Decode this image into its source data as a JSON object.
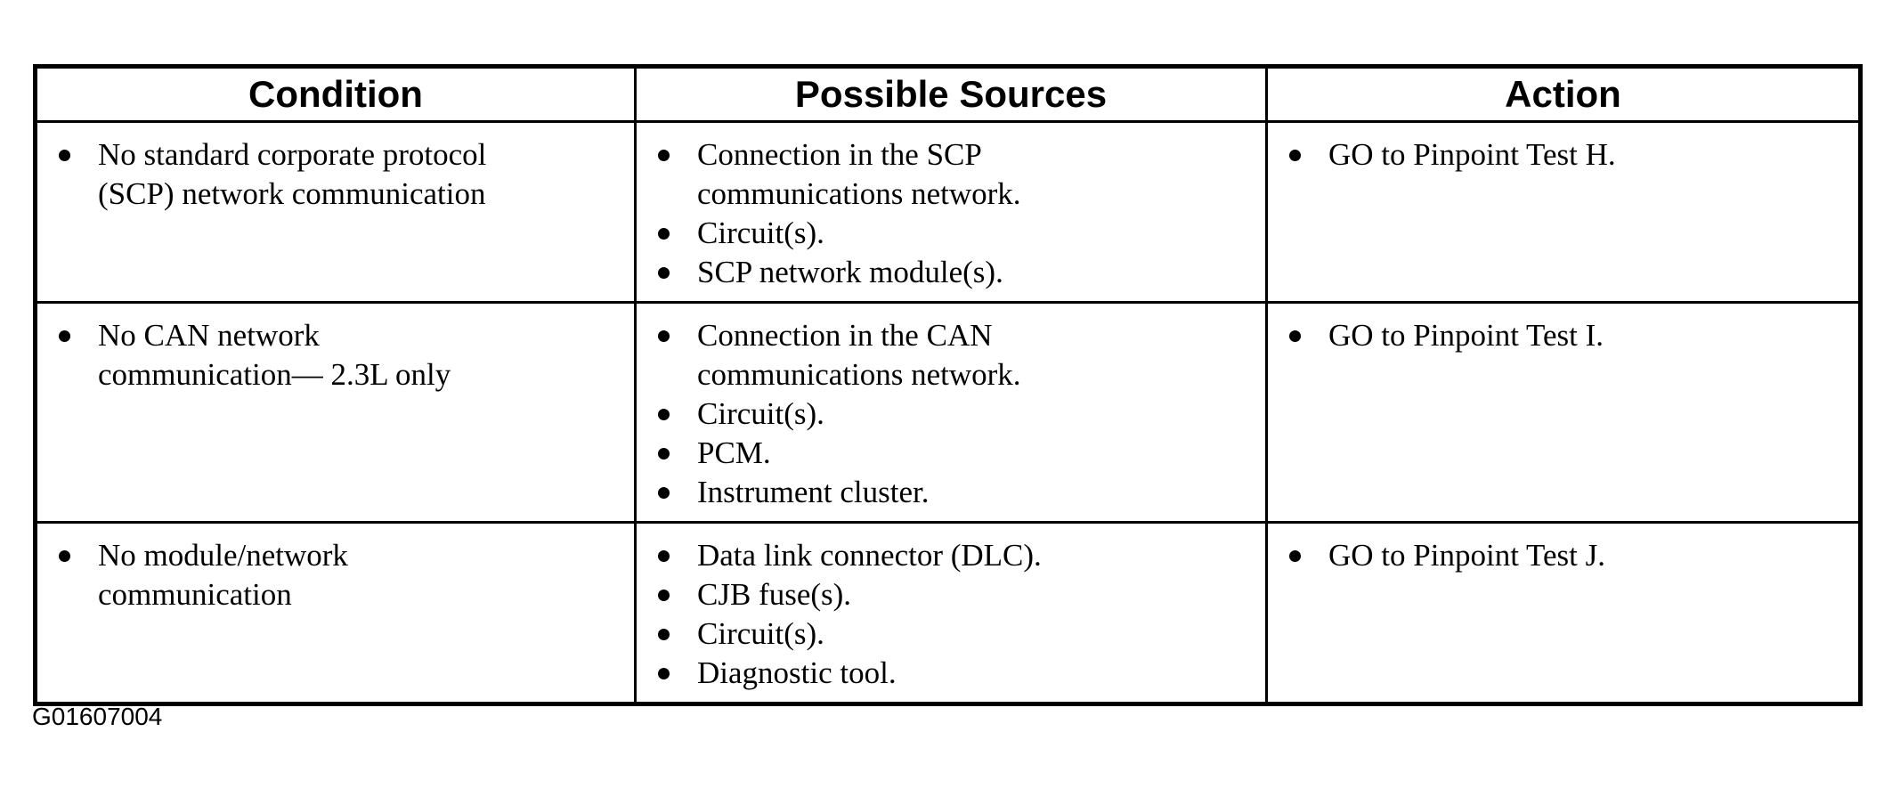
{
  "colors": {
    "background": "#ffffff",
    "text": "#000000",
    "border": "#000000"
  },
  "table": {
    "headers": [
      "Condition",
      "Possible Sources",
      "Action"
    ],
    "rows": [
      {
        "condition": [
          "No standard corporate protocol (SCP) network communication"
        ],
        "possible_sources": [
          "Connection in the SCP communications network.",
          "Circuit(s).",
          "SCP network module(s)."
        ],
        "action": [
          "GO to Pinpoint Test H."
        ]
      },
      {
        "condition": [
          "No CAN network communication— 2.3L only"
        ],
        "possible_sources": [
          "Connection in the CAN communications network.",
          "Circuit(s).",
          "PCM.",
          "Instrument cluster."
        ],
        "action": [
          "GO to Pinpoint Test I."
        ]
      },
      {
        "condition": [
          "No module/network communication"
        ],
        "possible_sources": [
          "Data link connector (DLC).",
          "CJB fuse(s).",
          "Circuit(s).",
          "Diagnostic tool."
        ],
        "action": [
          "GO to Pinpoint Test J."
        ]
      }
    ]
  },
  "caption": "G01607004"
}
